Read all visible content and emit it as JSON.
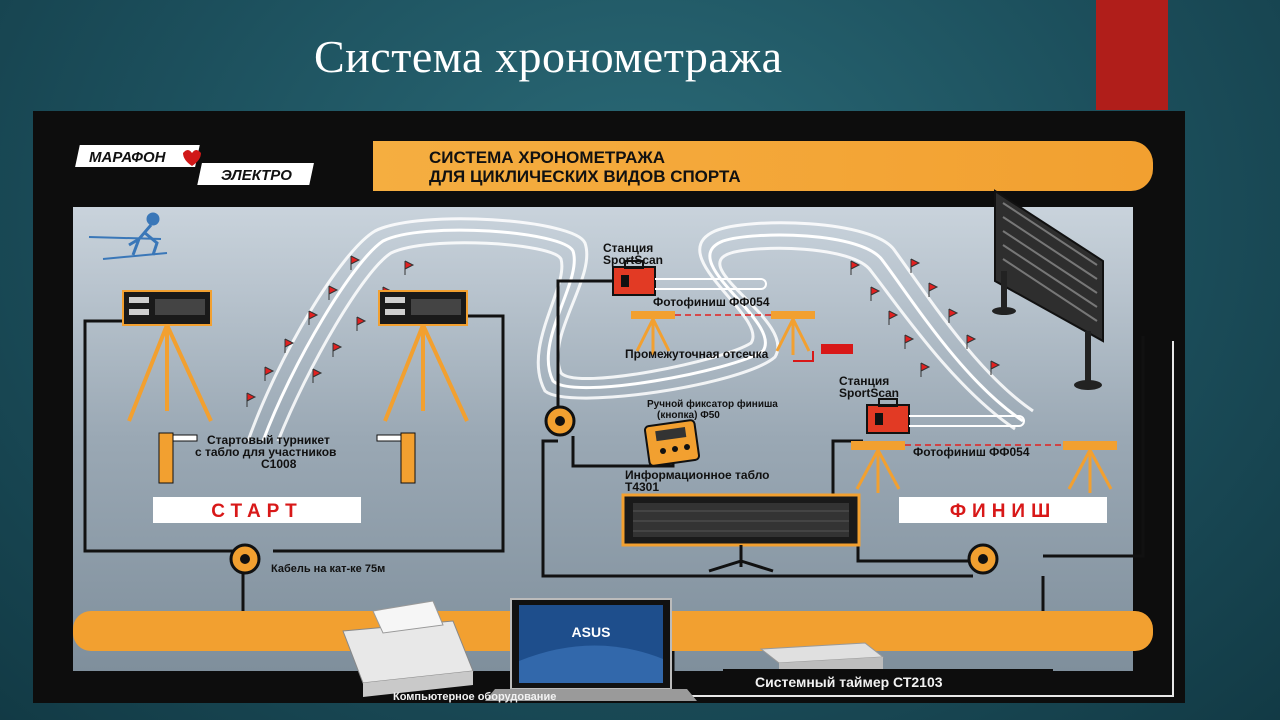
{
  "slide": {
    "title": "Система хронометража",
    "accent_color": "#b01e1a"
  },
  "banner": {
    "logo_part1": "МАРАФОН",
    "logo_part2": "ЭЛЕКТРО",
    "heading_line1": "СИСТЕМА ХРОНОМЕТРАЖА",
    "heading_line2": "ДЛЯ ЦИКЛИЧЕСКИХ ВИДОВ СПОРТА",
    "banner_color": "#f4a93a"
  },
  "labels": {
    "station_top": "Станция",
    "station_top2": "SportScan",
    "photofinish_top": "Фотофиниш ФФ054",
    "intermediate": "Промежуточная отсечка",
    "station_right": "Станция",
    "station_right2": "SportScan",
    "manual_fixer1": "Ручной фиксатор финиша",
    "manual_fixer2": "(кнопка) Ф50",
    "photofinish_right": "Фотофиниш ФФ054",
    "turnstile1": "Стартовый турникет",
    "turnstile2": "с табло для участников",
    "turnstile3": "С1008",
    "info_board1": "Информационное табло",
    "info_board2": "Т4301",
    "start": "СТАРТ",
    "finish": "ФИНИШ",
    "cable": "Кабель на кат-ке 75м",
    "computer": "Компьютерное оборудование",
    "timer": "Системный таймер СТ2103",
    "laptop_brand": "ASUS"
  }
}
